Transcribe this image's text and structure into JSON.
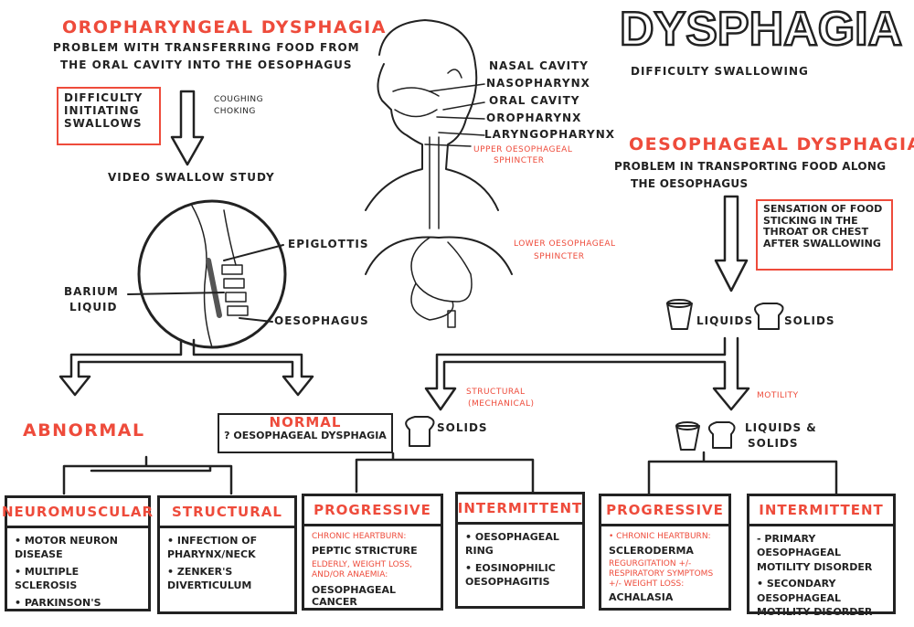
{
  "title": "DYSPHAGIA",
  "subtitle": "Difficulty swallowing",
  "colors": {
    "accent": "#ee4b3b",
    "ink": "#222222"
  },
  "oropharyngeal": {
    "heading": "Oropharyngeal dysphagia",
    "desc_line1": "Problem with transferring food from",
    "desc_line2": "the oral cavity into the oesophagus",
    "symptom_line1": "Difficulty",
    "symptom_line2": "initiating",
    "symptom_line3": "swallows",
    "note_line1": "Coughing",
    "note_line2": "choking",
    "study": "Video swallow study",
    "labels": {
      "epiglottis": "Epiglottis",
      "barium_line1": "Barium",
      "barium_line2": "liquid",
      "oesophagus": "Oesophagus"
    },
    "abnormal": "Abnormal",
    "normal": "Normal",
    "normal_sub": "? Oesophageal dysphagia"
  },
  "anatomy": {
    "labels": [
      "Nasal cavity",
      "Nasopharynx",
      "Oral cavity",
      "Oropharynx",
      "Laryngopharynx"
    ],
    "ues_line1": "Upper oesophageal",
    "ues_line2": "sphincter",
    "les_line1": "Lower oesophageal",
    "les_line2": "sphincter"
  },
  "oesophageal": {
    "heading": "Oesophageal dysphagia",
    "desc_line1": "Problem in transporting food along",
    "desc_line2": "the oesophagus",
    "symptom_line1": "Sensation of food",
    "symptom_line2": "sticking in the",
    "symptom_line3": "throat or chest",
    "symptom_line4": "after swallowing",
    "liquids": "Liquids",
    "solids": "Solids",
    "structural": "Structural",
    "mechanical": "(mechanical)",
    "motility": "Motility",
    "solids_only": "Solids",
    "liquids_solids_line1": "Liquids &",
    "liquids_solids_line2": "solids"
  },
  "boxes": [
    {
      "header": "Neuromuscular",
      "items": [
        "• Motor neuron disease",
        "• Multiple sclerosis",
        "• Parkinson's"
      ]
    },
    {
      "header": "Structural",
      "items": [
        "• Infection of pharynx/neck",
        "• Zenker's diverticulum"
      ]
    },
    {
      "header": "Progressive",
      "note1": "Chronic heartburn:",
      "item1": "Peptic stricture",
      "note2": "Elderly, weight loss, and/or anaemia:",
      "item2": "Oesophageal cancer"
    },
    {
      "header": "Intermittent",
      "items": [
        "• Oesophageal ring",
        "• Eosinophilic oesophagitis"
      ]
    },
    {
      "header": "Progressive",
      "note1": "• Chronic heartburn:",
      "item1": "Scleroderma",
      "note2": "Regurgitation +/- respiratory symptoms +/- weight loss:",
      "item2": "Achalasia"
    },
    {
      "header": "Intermittent",
      "items": [
        "- Primary oesophageal motility disorder",
        "• Secondary oesophageal motility disorder"
      ]
    }
  ]
}
